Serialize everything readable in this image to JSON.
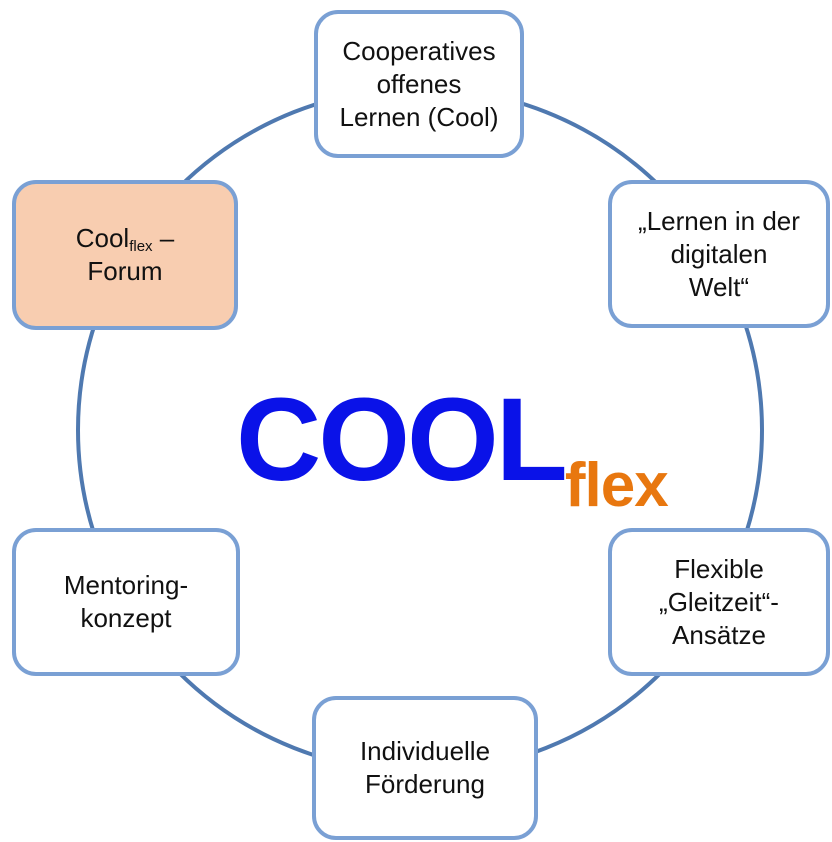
{
  "logo": {
    "main": "COOL",
    "sub": "flex"
  },
  "nodes": {
    "top": {
      "lines": [
        "Cooperatives",
        "offenes",
        "Lernen (Cool)"
      ]
    },
    "right_top": {
      "lines": [
        "„Lernen in der",
        "digitalen",
        "Welt“"
      ]
    },
    "right_bottom": {
      "lines": [
        "Flexible",
        "„Gleitzeit“-",
        "Ansätze"
      ]
    },
    "bottom": {
      "lines": [
        "Individuelle",
        "Förderung"
      ]
    },
    "left_bottom": {
      "lines": [
        "Mentoring-",
        "konzept"
      ]
    },
    "left_top": {
      "base": "Cool",
      "sub": "flex",
      "tail": " –",
      "line2": "Forum"
    }
  },
  "colors": {
    "ring": "#4f79b0",
    "node_border": "#7aa0d4",
    "highlight_fill": "#f8cdb0",
    "logo_main": "#0a12e8",
    "logo_sub": "#e8770f"
  }
}
